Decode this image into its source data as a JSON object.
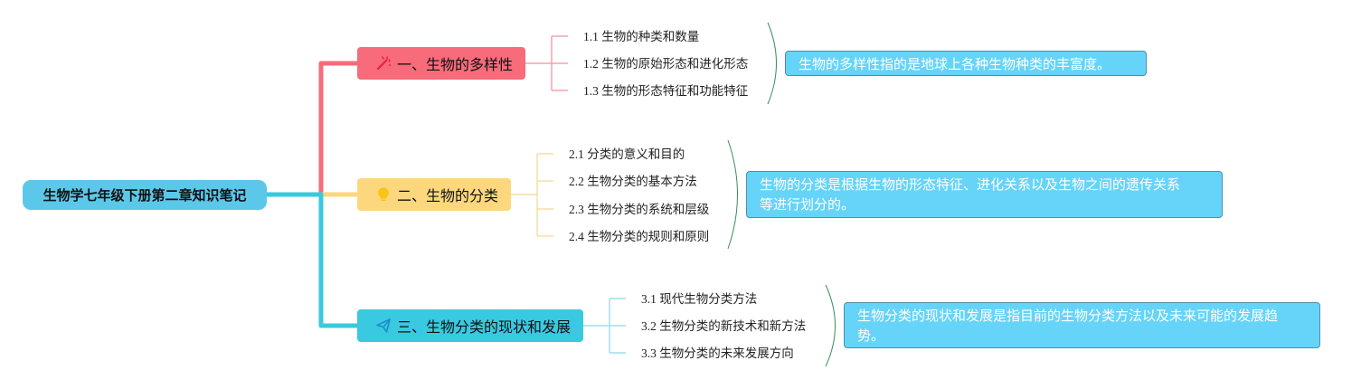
{
  "mindmap": {
    "root": {
      "label": "生物学七年级下册第二章知识笔记"
    },
    "branches": [
      {
        "label": "一、生物的多样性",
        "icon": "magic-wand-icon",
        "color": "#f76b7a",
        "items": [
          "1.1 生物的种类和数量",
          "1.2 生物的原始形态和进化形态",
          "1.3 生物的形态特征和功能特征"
        ],
        "summary": "生物的多样性指的是地球上各种生物种类的丰富度。"
      },
      {
        "label": "二、生物的分类",
        "icon": "lightbulb-icon",
        "color": "#fcd77e",
        "items": [
          "2.1 分类的意义和目的",
          "2.2 生物分类的基本方法",
          "2.3 生物分类的系统和层级",
          "2.4 生物分类的规则和原则"
        ],
        "summary_line1": "生物的分类是根据生物的形态特征、进化关系以及生物之间的遗传关系",
        "summary_line2": "等进行划分的。"
      },
      {
        "label": "三、生物分类的现状和发展",
        "icon": "paper-plane-icon",
        "color": "#39c9e0",
        "items": [
          "3.1 现代生物分类方法",
          "3.2 生物分类的新技术和新方法",
          "3.3 生物分类的未来发展方向"
        ],
        "summary_line1": "生物分类的现状和发展是指目前的生物分类方法以及未来可能的发展趋",
        "summary_line2": "势。"
      }
    ]
  }
}
